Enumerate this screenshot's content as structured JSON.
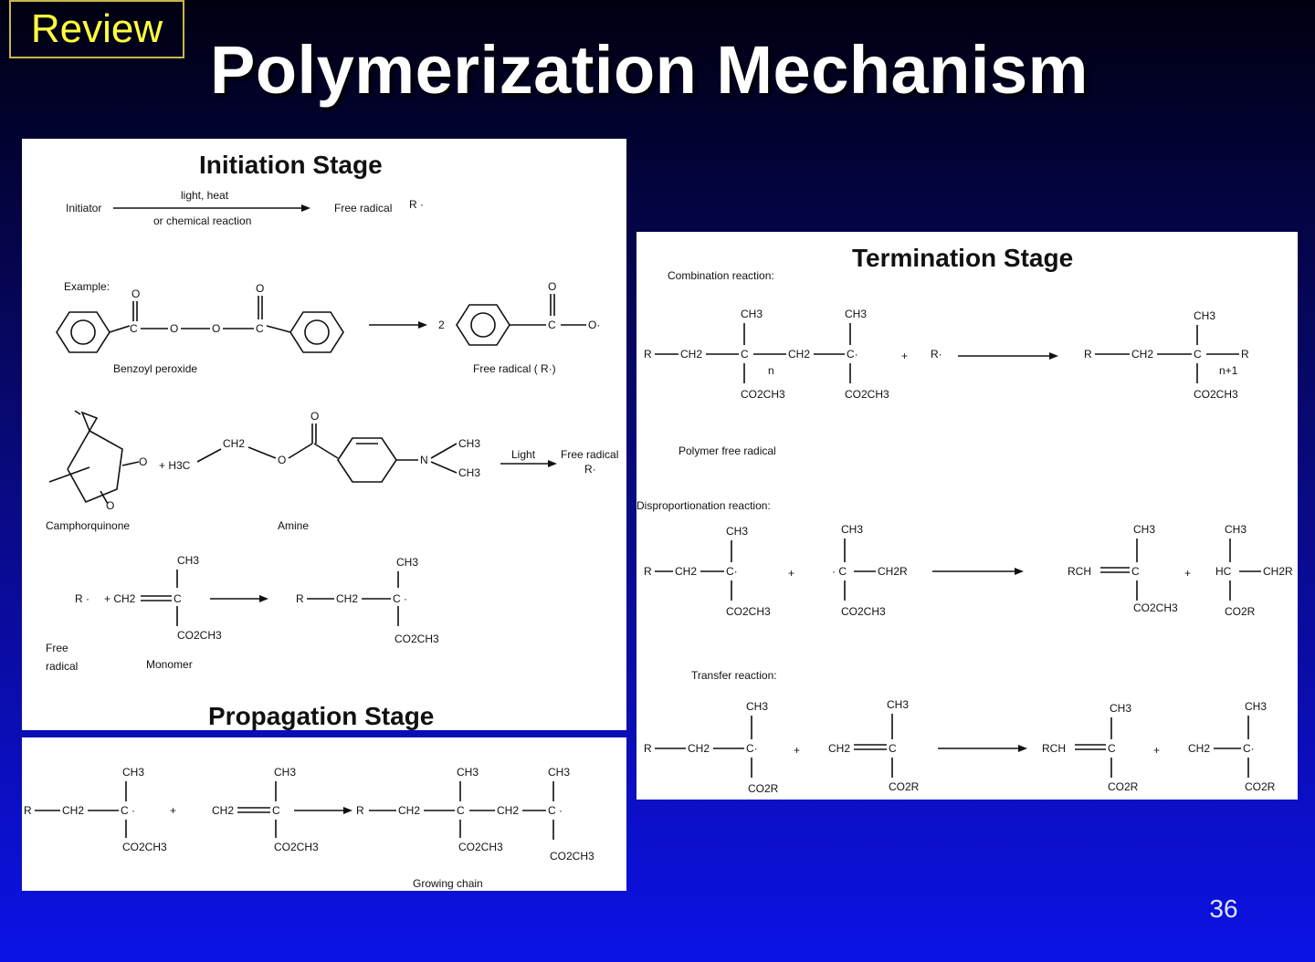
{
  "badge": "Review",
  "title": "Polymerization Mechanism",
  "page_number": "36",
  "initiation": {
    "heading": "Initiation Stage",
    "initiator": "Initiator",
    "light_heat": "light, heat",
    "chemical_reaction": "or chemical reaction",
    "free_radical": "Free radical",
    "r_dot": "R ·",
    "example": "Example:",
    "o": "O",
    "c": "C",
    "two": "2",
    "o_dot": "O·",
    "benzoyl_peroxide": "Benzoyl peroxide",
    "free_radical_r": "Free radical ( R·)",
    "plus_h3c": "+ H3C",
    "ch2": "CH2",
    "n": "N",
    "ch3": "CH3",
    "light": "Light",
    "free_radical_short": "Free radical",
    "r_dot2": "R·",
    "camphorquinone": "Camphorquinone",
    "amine": "Amine",
    "r_dot3": "R ·",
    "plus_ch2": "+ CH2",
    "c_atom": "C",
    "co2ch3": "CO2CH3",
    "r_ch2": "R",
    "c_dot": "C ·",
    "free": "Free",
    "radical": "radical",
    "monomer": "Monomer"
  },
  "propagation": {
    "heading": "Propagation Stage",
    "r": "R",
    "ch2": "CH2",
    "c_dot": "C ·",
    "c": "C",
    "ch3": "CH3",
    "co2ch3": "CO2CH3",
    "plus": "+",
    "growing_chain": "Growing chain"
  },
  "termination": {
    "heading": "Termination Stage",
    "combination": "Combination reaction:",
    "polymer_free_radical": "Polymer free radical",
    "disproportionation": "Disproportionation reaction:",
    "transfer": "Transfer reaction:",
    "r": "R",
    "ch2": "CH2",
    "c": "C",
    "c_dot": "C·",
    "ch3": "CH3",
    "co2ch3": "CO2CH3",
    "co2r": "CO2R",
    "n": "n",
    "n_plus_1": "n+1",
    "plus": "+",
    "r_dot": "R·",
    "dot_c": "· C",
    "ch2r": "CH2R",
    "rch": "RCH",
    "hc": "HC"
  }
}
